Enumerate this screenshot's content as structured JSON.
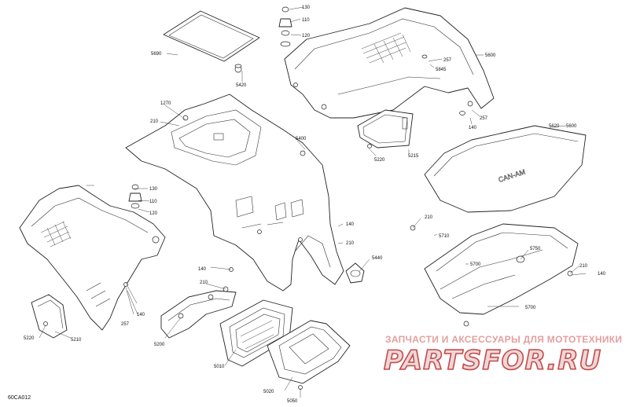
{
  "diagram": {
    "doc_id": "60CA012",
    "watermark": {
      "tagline": "ЗАПЧАСТИ И АКСЕССУАРЫ ДЛЯ МОТОТЕХНИКИ",
      "brand": "PARTSFOR.RU"
    },
    "callouts": [
      "130",
      "110",
      "120",
      "5690",
      "5420",
      "5600",
      "257",
      "5845",
      "140",
      "257",
      "1270",
      "210",
      "5400",
      "5620",
      "5215",
      "5220",
      "5600",
      "130",
      "110",
      "120",
      "257",
      "140",
      "5220",
      "5210",
      "140",
      "210",
      "5200",
      "140",
      "210",
      "5440",
      "210",
      "5710",
      "5750",
      "5700",
      "210",
      "140",
      "5700",
      "5010",
      "5020",
      "5050"
    ]
  }
}
